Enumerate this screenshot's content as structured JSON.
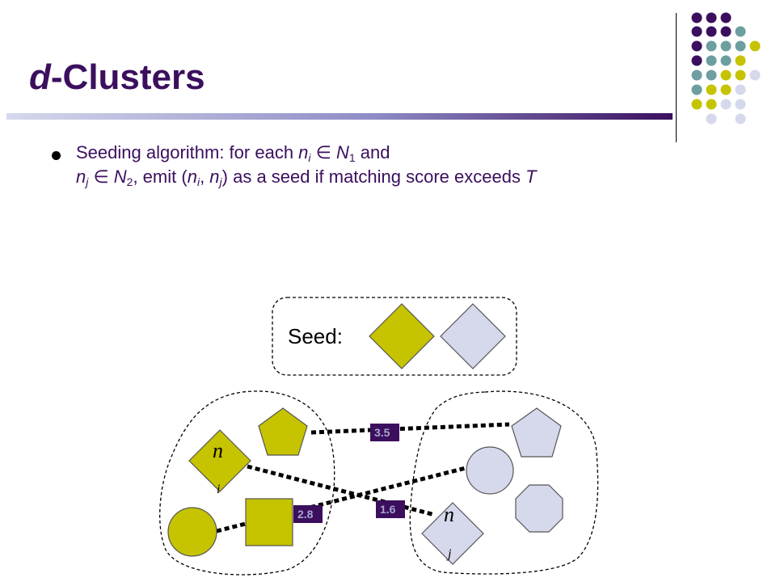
{
  "colors": {
    "purple": "#3B0F5E",
    "teal": "#6D9EA0",
    "olive": "#C6C300",
    "lavender": "#D6D8EC",
    "purple_label_bg": "#3B0F5E",
    "label_text": "#A7A6CF"
  },
  "slide": {
    "title_em": "d",
    "title_rest": "-Clusters"
  },
  "bullet": {
    "prefix": "Seeding algorithm: for each ",
    "n1": "n",
    "n1_sub": "i",
    "in1": " ∈ ",
    "set1": "N",
    "set1_sub": "1",
    "mid": " and",
    "n2": "n",
    "n2_sub": "j",
    "in2": " ∈ ",
    "set2": "N",
    "set2_sub": "2",
    "emit": ", emit (",
    "p1": "n",
    "p1_sub": "i",
    "comma": ", ",
    "p2": "n",
    "p2_sub": "j",
    "suffix": ") as a seed if matching score exceeds ",
    "threshold": "T"
  },
  "seed_box": {
    "label": "Seed:"
  },
  "scores": {
    "top": "3.5",
    "middle": "1.6",
    "bottom": "2.8"
  },
  "nodes": {
    "ni_letter": "n",
    "ni_sub": "i",
    "nj_letter": "n",
    "nj_sub": "j"
  },
  "icons": [
    "decorative-dot-grid-icon",
    "pentagon",
    "diamond",
    "square",
    "circle",
    "octagon"
  ]
}
